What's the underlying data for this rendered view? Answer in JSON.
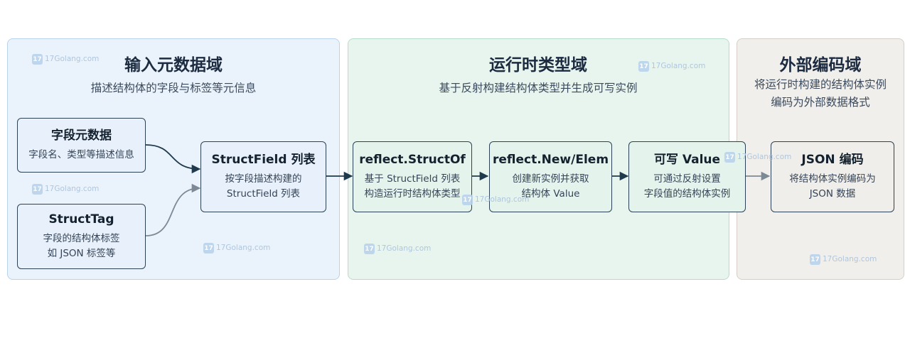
{
  "domains": {
    "input": {
      "title": "输入元数据域",
      "subtitle": "描述结构体的字段与标签等元信息"
    },
    "runtime": {
      "title": "运行时类型域",
      "subtitle": "基于反射构建结构体类型并生成可写实例"
    },
    "output": {
      "title": "外部编码域",
      "subtitle_line1": "将运行时构建的结构体实例",
      "subtitle_line2": "编码为外部数据格式"
    }
  },
  "nodes": {
    "field_meta": {
      "title": "字段元数据",
      "desc1": "字段名、类型等描述信息"
    },
    "struct_tag": {
      "title": "StructTag",
      "desc1": "字段的结构体标签",
      "desc2": "如 JSON 标签等"
    },
    "field_list": {
      "title": "StructField 列表",
      "desc1": "按字段描述构建的",
      "desc2": "StructField 列表"
    },
    "struct_of": {
      "title": "reflect.StructOf",
      "desc1": "基于 StructField 列表",
      "desc2": "构造运行时结构体类型"
    },
    "new_elem": {
      "title": "reflect.New/Elem",
      "desc1": "创建新实例并获取",
      "desc2": "结构体 Value"
    },
    "writable_value": {
      "title": "可写 Value",
      "desc1": "可通过反射设置",
      "desc2": "字段值的结构体实例"
    },
    "json_encode": {
      "title": "JSON 编码",
      "desc1": "将结构体实例编码为",
      "desc2": "JSON 数据"
    }
  },
  "watermark": {
    "text": "17Golang.com",
    "logo": "17"
  },
  "colors": {
    "input_bg": "#eaf3fc",
    "runtime_bg": "#e8f5ef",
    "output_bg": "#f1efec",
    "arrow_dark": "#1f3a4d",
    "arrow_gray": "#7d8a96",
    "node_border": "#2e4256"
  }
}
